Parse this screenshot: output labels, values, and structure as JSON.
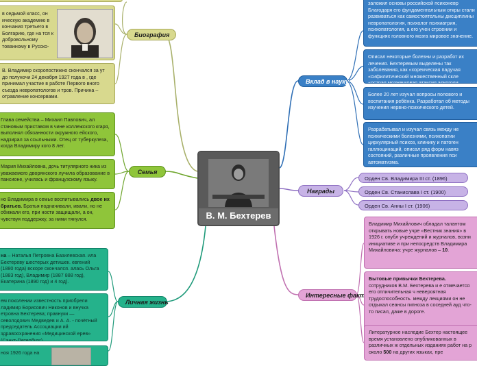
{
  "center": {
    "title": "В. М. Бехтерев"
  },
  "colors": {
    "olive": "#d8d98e",
    "green": "#8fc53a",
    "teal": "#25b28b",
    "blue": "#3a80c6",
    "purple": "#c7b3e6",
    "pink": "#e3a4d6"
  },
  "topics": {
    "biography": "Биография",
    "family": "Семья",
    "personal": "Личная жизнь",
    "science": "Вклад в науку",
    "awards": "Награды",
    "facts": "Интересные факты"
  },
  "biography": {
    "bio1_text": "в седьмой класс, он ическую академию в кончания третьего в Болгарию, где на тся к добровольному тованному в Русско-",
    "bio2_text": "В. Владимир скоропостижно скончался за ут до полуночи 24 декабря 1927 года в , где принимал участие в работе Первого вного съезда невропатологов и тров. Причина – отравление консервами."
  },
  "family": {
    "father_text": "Глава семейства – Михаил Павлович, ал становым приставом в чине коллежского кгаря, выполнял обязанности окружного ейского, надзирал за ссыльными. Отец от туберкулеза, когда Владимиру кого 8 лет.",
    "mother_text": "Мария Михайловна, дочь титулярного ника из уважаемого дворянского лучила образование в пансионе, училась и французскому языку.",
    "brothers_text_a": "но Владимира в семье воспитывались ",
    "brothers_bold": "двое их братьев.",
    "brothers_text_b": " Братья подначивали, ивали, но не обижали его, при ности защищали, а он, чувствуя поддержку, за ними тянулся."
  },
  "personal": {
    "wife_bold": "на",
    "wife_text": " – Наталья Петровна Базилевская. ила Бехтереву шестерых детишек. евгений (1880 года) вскоре скончался. алась Ольга (1883 год), Владимир (1887 888 год), Екатерина (1890 год) и 4 год).",
    "descendants_text": "ем поколении известность приобрели ладимир Борисович Никонов и внучка етровна Бехтерева; правнуки — севолодович Медведев и А. А. - почётный председатель Ассоциации ий здравоохранения «Медицинской ерев» (Санкт-Петербург).",
    "second_wife_text": "ноя 1926 года на"
  },
  "science": {
    "s1_text": "заложил основы российской психоневр Благодаря его фундаментальным откры стали развиваться как самостоятельны дисциплины невропатология, психолог психиатрия, психопатология, а его учен строении и функциях головного мозга мировое значение.",
    "s2_text": "Описал некоторые болезни и разработ их лечения. Бехтеревым выделены так заболевания, как «хореическая падучая «сифилитический множественный скле «острая мозжечковая атаксия алкоголи",
    "s3_text": "Более 20 лет изучал вопросы полового и воспитания ребёнка. Разработал об методы изучения нервно-психического детей.",
    "s4_text": "Разрабатывал и изучал связь между не психическими болезнями, психопатии циркулярный психоз, клинику и патоген галлюцинаций, описал ряд форм навяз состояний, различные проявления пси автоматизма."
  },
  "awards": {
    "items": [
      "Орден Св. Владимира III ст. (1896)",
      "Орден Св. Станислава I ст. (1900)",
      "Орден Св. Анны I ст. (1906)"
    ]
  },
  "facts": {
    "f1_text_a": "Владимир Михайлович обладал талантом открывать новые учре «Вестник знания» в 1926 г. опубл учреждений и журналов, возни инициативе и при непосредств Владимира Михайловича: учре журналов – ",
    "f1_bold": "10",
    "f1_text_b": ".",
    "f2_bold": "Бытовые привычки Бехтерева.",
    "f2_text": " сотрудников В.М. Бехтерева и е отмечается его отличительная ч невероятная трудоспособность. между лекциями он не отдыхал сеансы гипноза в соседней ауд что-то писал, даже в дороге.",
    "f3_text_a": "Литературное наследие Бехтер настоящее время установлено опубликованных в различных ж отдельных изданиях работ на р около ",
    "f3_bold": "500",
    "f3_text_b": " на других языках, пре"
  }
}
